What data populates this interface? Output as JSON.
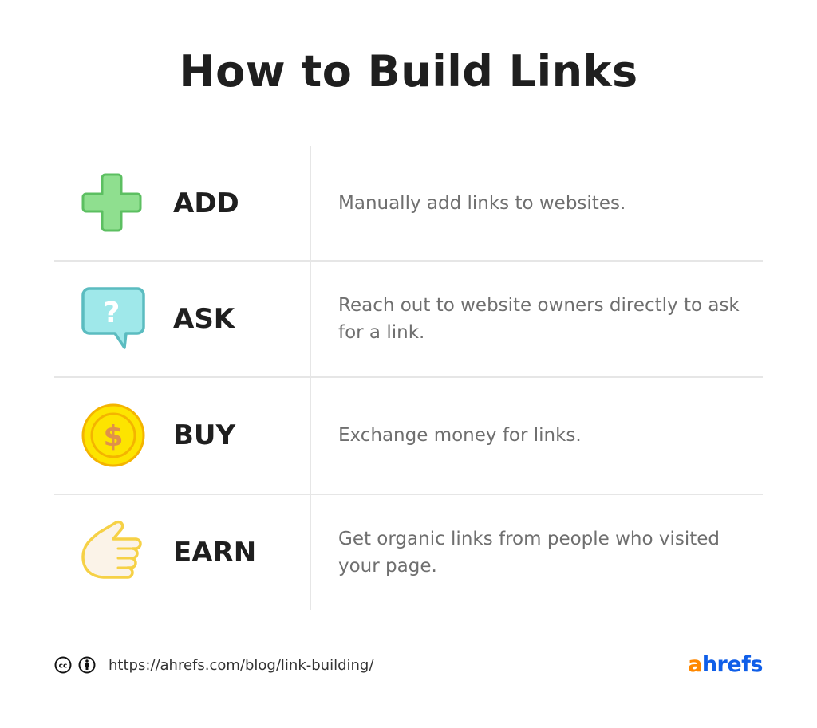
{
  "title": "How to Build Links",
  "rows": [
    {
      "label": "ADD",
      "icon": "plus-icon",
      "description": "Manually add links to websites."
    },
    {
      "label": "ASK",
      "icon": "question-bubble-icon",
      "description": "Reach out to website owners directly to ask for a link."
    },
    {
      "label": "BUY",
      "icon": "dollar-coin-icon",
      "description": "Exchange money for links."
    },
    {
      "label": "EARN",
      "icon": "pointing-hand-icon",
      "description": "Get organic links from people who visited your page."
    }
  ],
  "footer": {
    "license_icons": [
      "creative-commons-icon",
      "attribution-icon"
    ],
    "url": "https://ahrefs.com/blog/link-building/",
    "logo": {
      "first": "a",
      "rest": "hrefs"
    }
  },
  "colors": {
    "plus_fill": "#8fdf8f",
    "plus_stroke": "#5cbf61",
    "bubble_fill": "#9fe8ea",
    "bubble_stroke": "#5bbcc0",
    "coin_fill": "#fde400",
    "coin_stroke": "#f4b400",
    "coin_symbol": "#e0914a",
    "hand_fill": "#fbf3e8",
    "hand_stroke": "#f6d146",
    "logo_a": "#ff8800",
    "logo_rest": "#0f5ee8"
  }
}
